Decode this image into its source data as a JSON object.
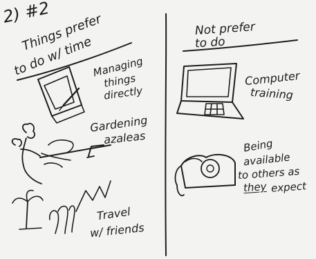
{
  "header": {
    "number": "2) #2"
  },
  "left_column": {
    "heading": [
      "Things prefer",
      "to do w/ time"
    ],
    "items": [
      {
        "lines": [
          "Managing",
          "things",
          "directly"
        ],
        "icon": "laptop-icon"
      },
      {
        "lines": [
          "Gardening",
          "azaleas"
        ],
        "icon": "plant-shovel-icon"
      },
      {
        "lines": [
          "Travel",
          "w/ friends"
        ],
        "icon": "travel-scene-icon"
      }
    ]
  },
  "right_column": {
    "heading": [
      "Not prefer",
      "to do"
    ],
    "items": [
      {
        "lines": [
          "Computer",
          "training"
        ],
        "icon": "computer-keyboard-icon"
      },
      {
        "lines": [
          "Being",
          "available",
          "to others as",
          "they",
          "expect"
        ],
        "icon": "telephone-icon"
      }
    ]
  }
}
